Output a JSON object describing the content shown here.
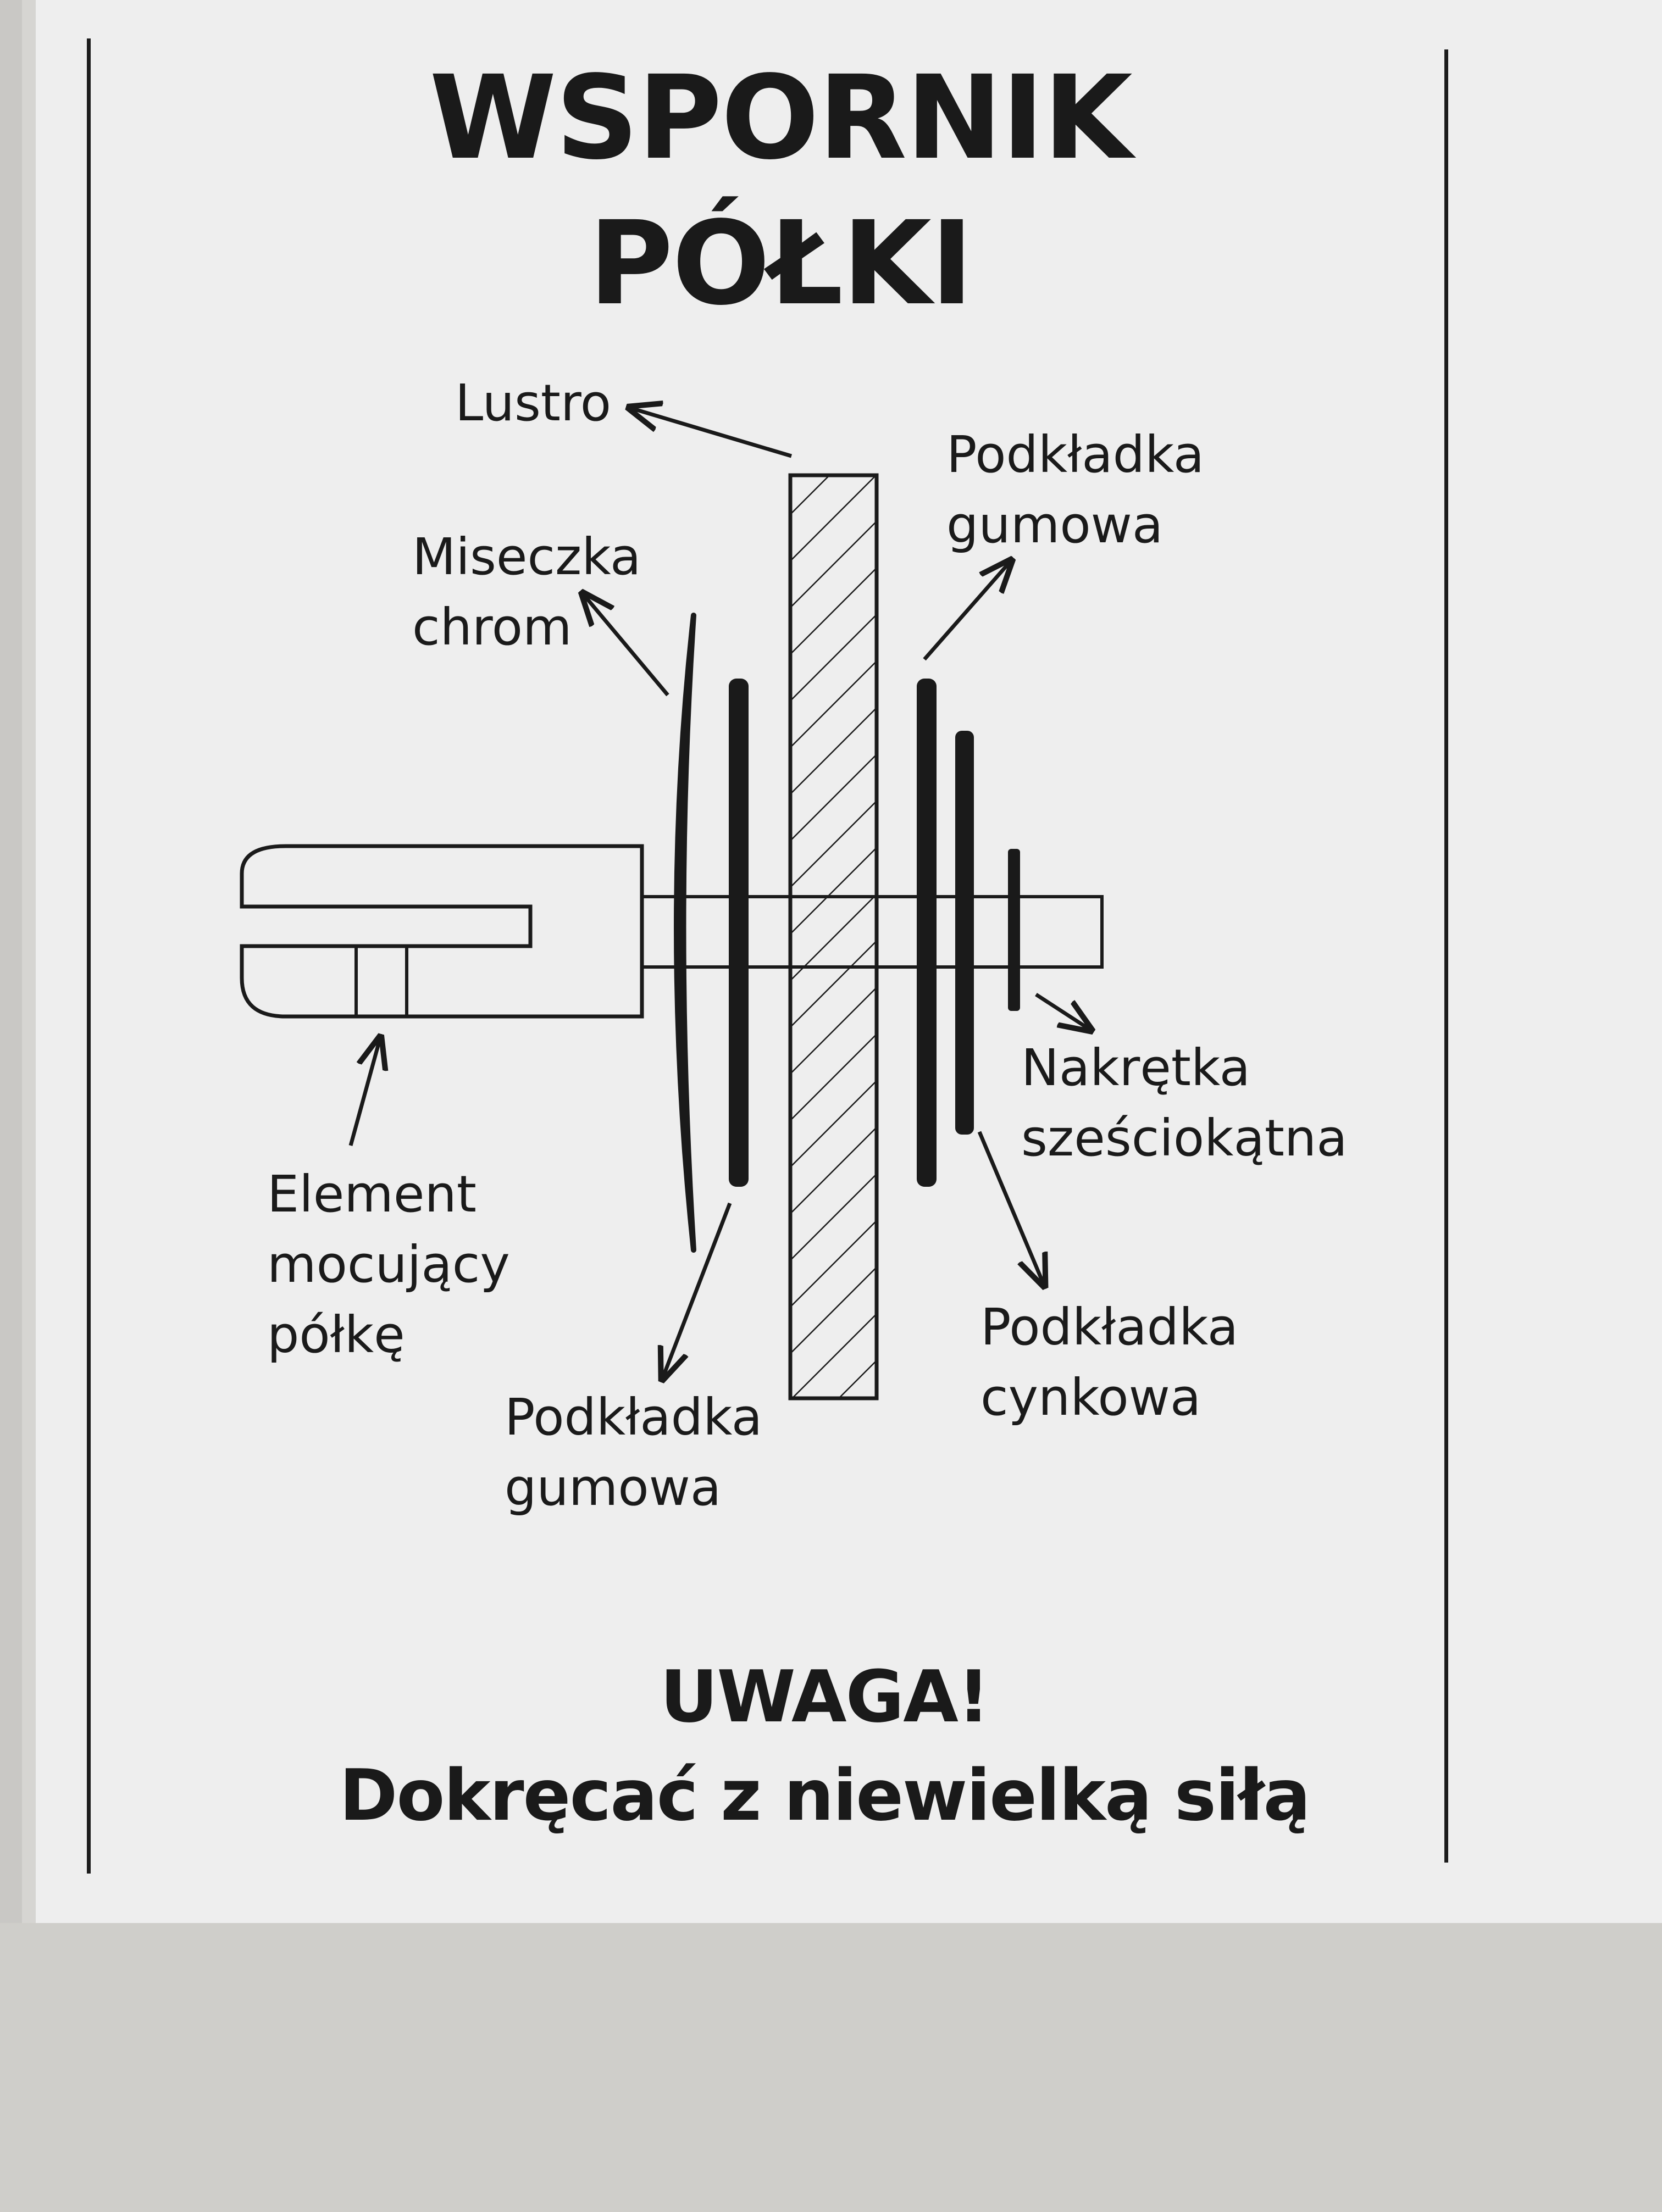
{
  "title": {
    "line1": "WSPORNIK",
    "line2": "PÓŁKI"
  },
  "labels": {
    "mirror": "Lustro",
    "chrome_cup": [
      "Miseczka",
      "chrom"
    ],
    "rubber_washer_top": [
      "Podkładka",
      "gumowa"
    ],
    "hex_nut": [
      "Nakrętka",
      "sześciokątna"
    ],
    "fixing_element": [
      "Element",
      "mocujący",
      "półkę"
    ],
    "rubber_washer_bottom": [
      "Podkładka",
      "gumowa"
    ],
    "zinc_washer": [
      "Podkładka",
      "cynkowa"
    ]
  },
  "warning": {
    "title": "UWAGA!",
    "text": "Dokręcać z niewielką siłą"
  },
  "colors": {
    "ink": "#1a1a1a",
    "paper": "#eeeeee",
    "background": "#d6d5d2"
  }
}
